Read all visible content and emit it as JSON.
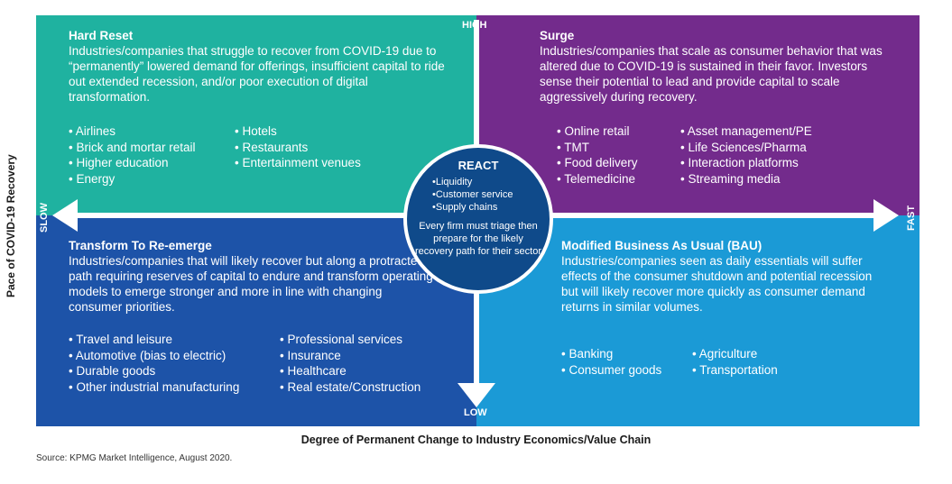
{
  "colors": {
    "hard_reset": "#1fb2a0",
    "surge": "#732b8c",
    "transform": "#1d53a8",
    "bau": "#1b9ad6",
    "react_circle": "#0f4a8a"
  },
  "axes": {
    "high": "HIGH",
    "low": "LOW",
    "slow": "SLOW",
    "fast": "FAST",
    "y_title": "Pace of COVID-19 Recovery",
    "x_title": "Degree of Permanent Change to Industry Economics/Value Chain"
  },
  "quadrants": {
    "hard_reset": {
      "title": "Hard Reset",
      "description": "Industries/companies that struggle to recover from COVID-19 due to “permanently” lowered demand for offerings, insufficient capital to ride out extended recession, and/or poor execution of digital transformation.",
      "col1": [
        "Airlines",
        "Brick and mortar retail",
        "Higher education",
        "Energy"
      ],
      "col2": [
        "Hotels",
        "Restaurants",
        "Entertainment venues"
      ]
    },
    "surge": {
      "title": "Surge",
      "description": "Industries/companies that scale as consumer behavior that was altered due to COVID-19 is sustained in their favor. Investors sense their potential to lead and provide capital to scale aggressively during recovery.",
      "col1": [
        "Online retail",
        "TMT",
        "Food delivery",
        "Telemedicine"
      ],
      "col2": [
        "Asset management/PE",
        "Life Sciences/Pharma",
        "Interaction platforms",
        "Streaming media"
      ]
    },
    "transform": {
      "title": "Transform To Re-emerge",
      "description": "Industries/companies that will likely recover but along a protracted path requiring reserves of capital to endure and transform operating models to emerge stronger and more in line with changing consumer priorities.",
      "col1": [
        "Travel and leisure",
        "Automotive (bias to electric)",
        "Durable goods",
        "Other industrial manufacturing"
      ],
      "col2": [
        "Professional services",
        "Insurance",
        "Healthcare",
        "Real estate/Construction"
      ]
    },
    "bau": {
      "title": "Modified Business As Usual (BAU)",
      "description": "Industries/companies seen as daily essentials will suffer effects of the consumer shutdown and potential recession but will likely recover more quickly as consumer demand returns in similar volumes.",
      "col1": [
        "Banking",
        "Consumer goods"
      ],
      "col2": [
        "Agriculture",
        "Transportation"
      ]
    }
  },
  "react": {
    "title": "REACT",
    "items": [
      "Liquidity",
      "Customer service",
      "Supply chains"
    ],
    "note": "Every firm must triage then prepare for the likely recovery path for their sector"
  },
  "source": "Source: KPMG Market Intelligence, August 2020."
}
